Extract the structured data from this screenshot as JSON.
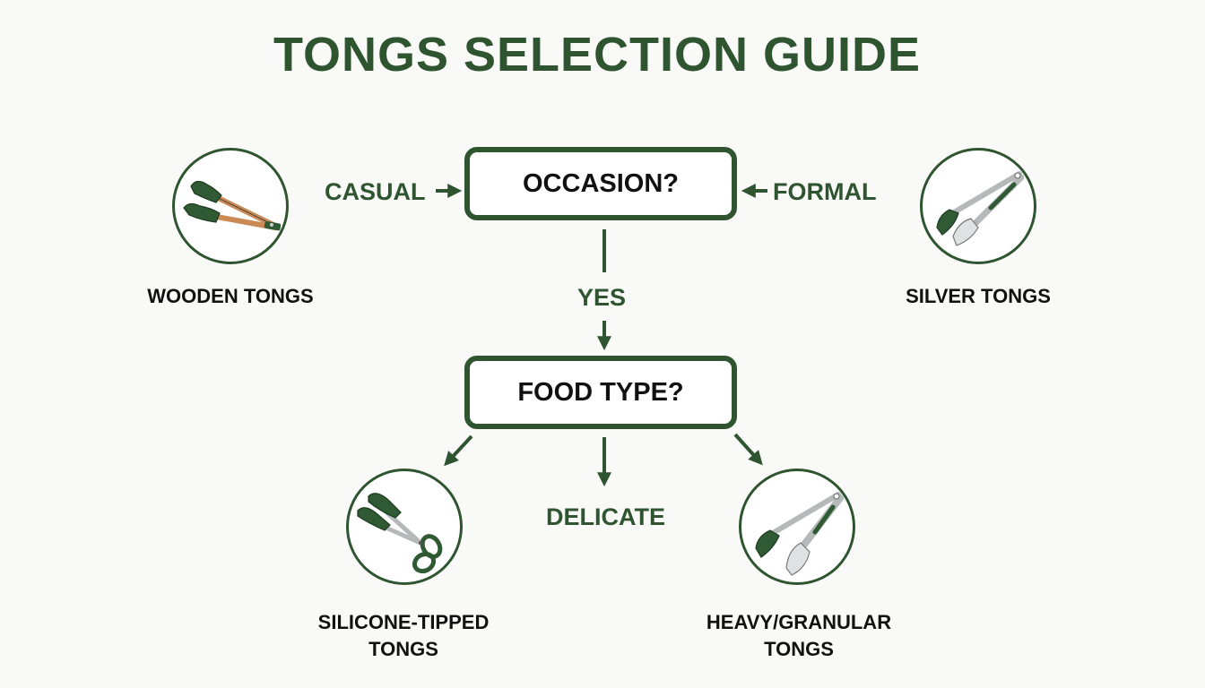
{
  "title": "TONGS SELECTION GUIDE",
  "colors": {
    "accent": "#2f5530",
    "text": "#111111",
    "background": "#f9f9f8",
    "wood": "#c98a55",
    "silver": "#d9dcdc"
  },
  "nodes": {
    "occasion": {
      "label": "OCCASION?"
    },
    "food_type": {
      "label": "FOOD TYPE?"
    }
  },
  "edges": {
    "casual": "CASUAL",
    "formal": "FORMAL",
    "yes": "YES",
    "delicate": "DELICATE"
  },
  "outcomes": {
    "wooden": {
      "label": "WOODEN TONGS",
      "icon": "wooden-tongs-icon"
    },
    "silver": {
      "label": "SILVER TONGS",
      "icon": "silver-tongs-icon"
    },
    "silicone": {
      "line1": "SILICONE-TIPPED",
      "line2": "TONGS",
      "icon": "scissor-tongs-icon"
    },
    "heavy": {
      "line1": "HEAVY/GRANULAR",
      "line2": "TONGS",
      "icon": "heavy-tongs-icon"
    }
  }
}
